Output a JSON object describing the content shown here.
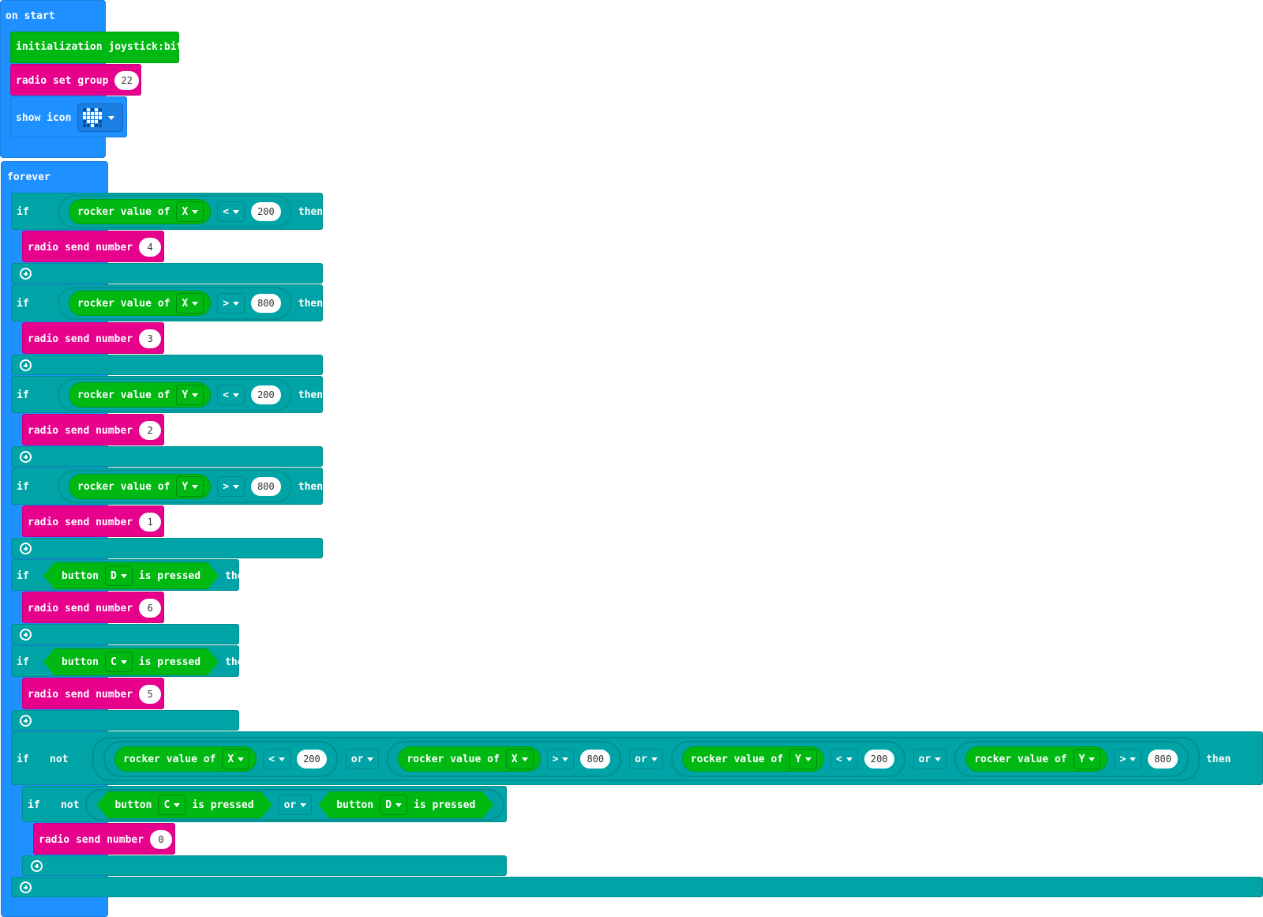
{
  "on_start": {
    "title": "on start",
    "init_label": "initialization joystick:bit",
    "radio_group_label": "radio set group",
    "radio_group_value": "22",
    "show_icon_label": "show icon",
    "icon_name": "heart-led-icon"
  },
  "forever": {
    "title": "forever",
    "if_kw": "if",
    "then_kw": "then",
    "not_kw": "not",
    "or_kw": "or",
    "rocker_label": "rocker value of",
    "button_label": "button",
    "pressed_label": "is pressed",
    "send_label": "radio send number",
    "blocks": [
      {
        "axis": "X",
        "op": "<",
        "value": "200",
        "send": "4"
      },
      {
        "axis": "X",
        "op": ">",
        "value": "800",
        "send": "3"
      },
      {
        "axis": "Y",
        "op": "<",
        "value": "200",
        "send": "2"
      },
      {
        "axis": "Y",
        "op": ">",
        "value": "800",
        "send": "1"
      },
      {
        "button": "D",
        "send": "6"
      },
      {
        "button": "C",
        "send": "5"
      }
    ],
    "final_if": {
      "terms": [
        {
          "axis": "X",
          "op": "<",
          "value": "200"
        },
        {
          "axis": "X",
          "op": ">",
          "value": "800"
        },
        {
          "axis": "Y",
          "op": "<",
          "value": "200"
        },
        {
          "axis": "Y",
          "op": ">",
          "value": "800"
        }
      ],
      "inner": {
        "button_a": "C",
        "button_b": "D",
        "send": "0"
      }
    }
  },
  "colors": {
    "event": "#1e90ff",
    "logic": "#00a4a6",
    "joystick": "#00b812",
    "radio": "#e6008c"
  }
}
